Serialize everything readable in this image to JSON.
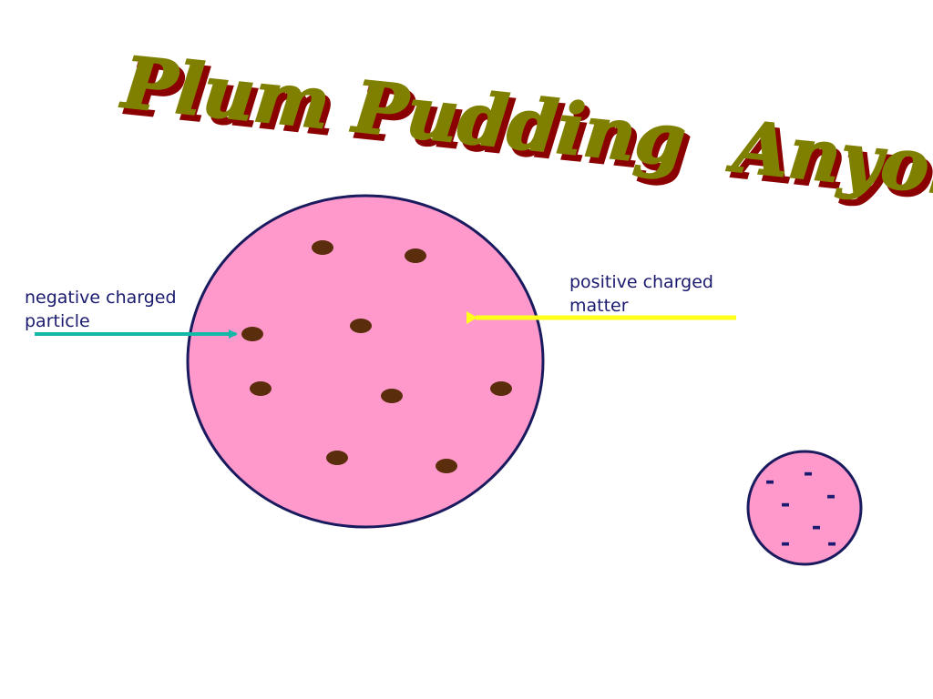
{
  "title": "Plum Pudding  Anyone?",
  "labels": {
    "negative_line1": "negative charged",
    "negative_line2": "particle",
    "positive_line1": "positive charged",
    "positive_line2": "matter"
  },
  "small_model": {
    "charge_symbol": "-"
  },
  "colors": {
    "title_fill": "#808000",
    "title_shadow": "#8b0000",
    "sphere_fill": "#ff99cc",
    "sphere_outline": "#1a1a5e",
    "electron_fill": "#5a2d0c",
    "negative_arrow": "#14b8a6",
    "positive_arrow": "#ffff1a",
    "label_text": "#1a1a6e"
  }
}
